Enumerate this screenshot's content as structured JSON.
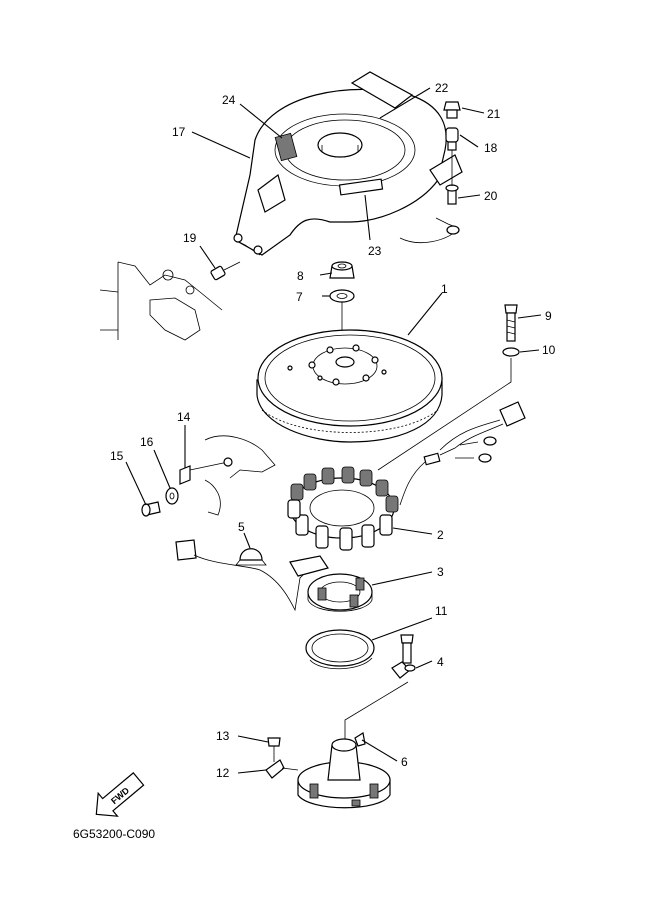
{
  "diagram": {
    "part_code": "6G53200-C090",
    "direction_label": "FWD",
    "callouts": [
      {
        "id": "1",
        "text": "1"
      },
      {
        "id": "2",
        "text": "2"
      },
      {
        "id": "3",
        "text": "3"
      },
      {
        "id": "4",
        "text": "4"
      },
      {
        "id": "5",
        "text": "5"
      },
      {
        "id": "6",
        "text": "6"
      },
      {
        "id": "7",
        "text": "7"
      },
      {
        "id": "8",
        "text": "8"
      },
      {
        "id": "9",
        "text": "9"
      },
      {
        "id": "10",
        "text": "10"
      },
      {
        "id": "11",
        "text": "11"
      },
      {
        "id": "12",
        "text": "12"
      },
      {
        "id": "13",
        "text": "13"
      },
      {
        "id": "14",
        "text": "14"
      },
      {
        "id": "15",
        "text": "15"
      },
      {
        "id": "16",
        "text": "16"
      },
      {
        "id": "17",
        "text": "17"
      },
      {
        "id": "18",
        "text": "18"
      },
      {
        "id": "19",
        "text": "19"
      },
      {
        "id": "20",
        "text": "20"
      },
      {
        "id": "21",
        "text": "21"
      },
      {
        "id": "22",
        "text": "22"
      },
      {
        "id": "23",
        "text": "23"
      },
      {
        "id": "24",
        "text": "24"
      }
    ]
  }
}
